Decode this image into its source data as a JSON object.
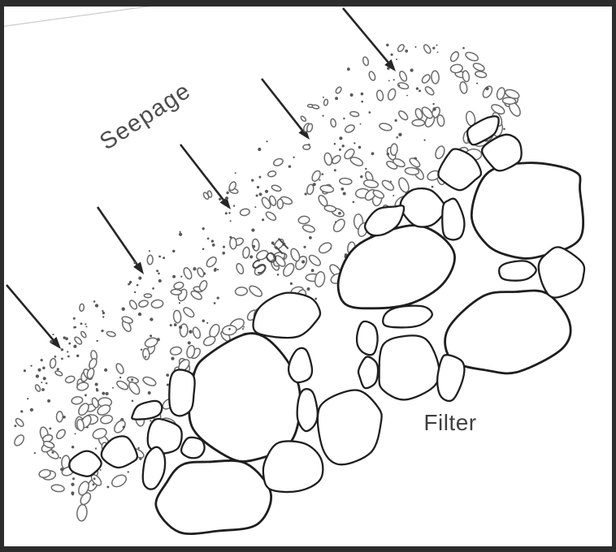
{
  "diagram": {
    "labels": {
      "seepage": "Seepage",
      "soil": "Soil",
      "filter": "Filter"
    },
    "seepage_arrow_count": 5,
    "colors": {
      "background": "#ffffff",
      "frame_border": "#2c2c2c",
      "ink": "#262626",
      "stone_outline": "#1f1f1f",
      "stone_fill": "#ffffff",
      "particle_outline": "#6a6a6a",
      "particle_dot": "#585858",
      "label_text": "#4c4c4c",
      "label_text_dark": "#3f3f3f",
      "artifact_line": "#cccccc"
    }
  }
}
